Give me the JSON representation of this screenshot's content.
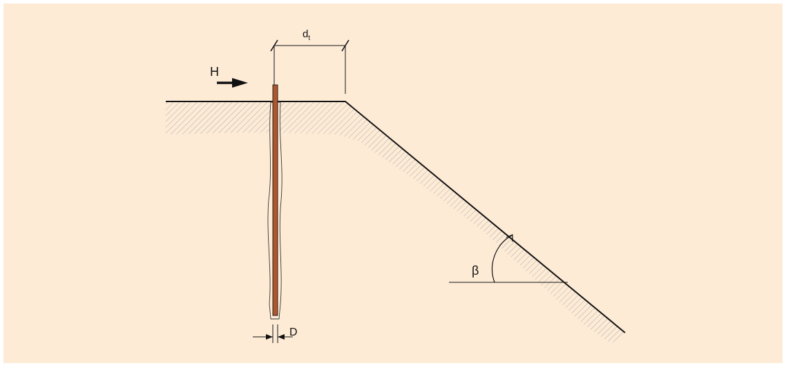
{
  "diagram": {
    "labels": {
      "horizontal_load": "H",
      "distance_main": "d",
      "distance_sub": "t",
      "pile_diameter": "D",
      "slope_angle": "β"
    },
    "colors": {
      "background": "#fdebd6",
      "pile": "#b0562d",
      "line": "#111111",
      "hatch": "#9a9a9a"
    }
  }
}
